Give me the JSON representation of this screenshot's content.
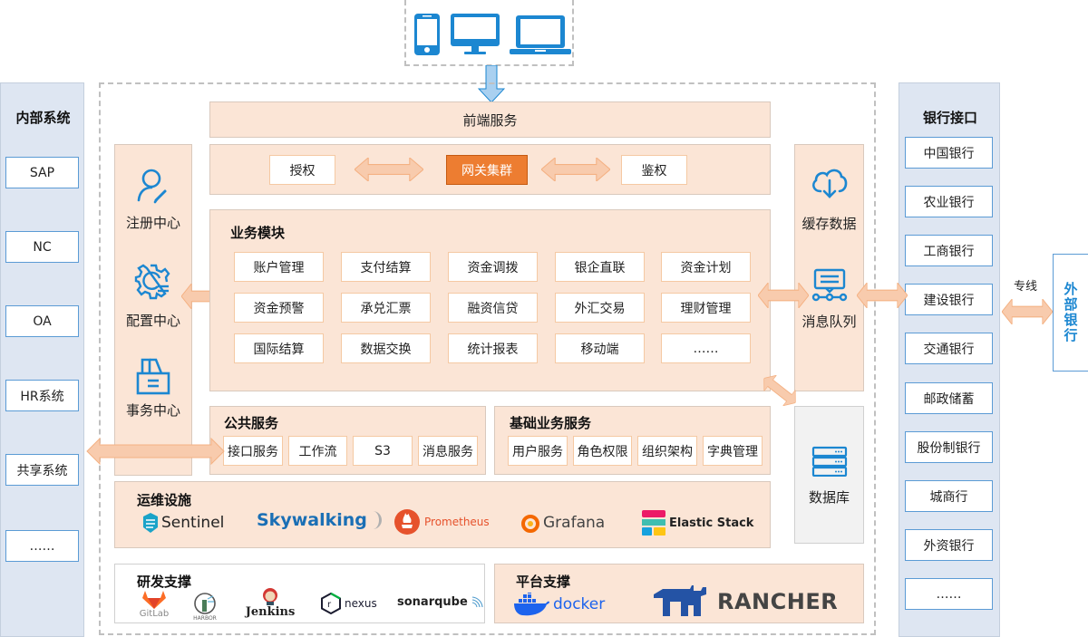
{
  "devices": {
    "icons": [
      "mobile-phone-icon",
      "desktop-monitor-icon",
      "laptop-icon"
    ]
  },
  "internal_systems": {
    "title": "内部系统",
    "items": [
      "SAP",
      "NC",
      "OA",
      "HR系统",
      "共享系统",
      "……"
    ]
  },
  "bank_interface": {
    "title": "银行接口",
    "items": [
      "中国银行",
      "农业银行",
      "工商银行",
      "建设银行",
      "交通银行",
      "邮政储蓄",
      "股份制银行",
      "城商行",
      "外资银行",
      "……"
    ]
  },
  "external_bank": {
    "label": "外部银行",
    "line_label": "专线"
  },
  "frontend": {
    "label": "前端服务"
  },
  "gateway": {
    "left": "授权",
    "center": "网关集群",
    "right": "鉴权"
  },
  "left_column": {
    "items": [
      {
        "label": "注册中心",
        "icon": "user-edit-icon"
      },
      {
        "label": "配置中心",
        "icon": "gear-config-icon"
      },
      {
        "label": "事务中心",
        "icon": "transaction-box-icon"
      }
    ]
  },
  "right_column": {
    "items": [
      {
        "label": "缓存数据",
        "icon": "cloud-download-icon"
      },
      {
        "label": "消息队列",
        "icon": "message-queue-icon"
      }
    ]
  },
  "database": {
    "label": "数据库",
    "icon": "database-server-icon"
  },
  "business_modules": {
    "title": "业务模块",
    "rows": [
      [
        "账户管理",
        "支付结算",
        "资金调拨",
        "银企直联",
        "资金计划"
      ],
      [
        "资金预警",
        "承兑汇票",
        "融资信贷",
        "外汇交易",
        "理财管理"
      ],
      [
        "国际结算",
        "数据交换",
        "统计报表",
        "移动端",
        "……"
      ]
    ]
  },
  "public_services": {
    "title": "公共服务",
    "items": [
      "接口服务",
      "工作流",
      "S3",
      "消息服务"
    ]
  },
  "basic_services": {
    "title": "基础业务服务",
    "items": [
      "用户服务",
      "角色权限",
      "组织架构",
      "字典管理"
    ]
  },
  "ops": {
    "title": "运维设施",
    "logos": [
      "Sentinel",
      "Skywalking",
      "Prometheus",
      "Grafana",
      "Elastic Stack"
    ]
  },
  "dev_support": {
    "title": "研发支撑",
    "logos": [
      "GitLab",
      "HARBOR",
      "Jenkins",
      "nexus",
      "sonarqube"
    ]
  },
  "platform_support": {
    "title": "平台支撑",
    "logos": [
      "docker",
      "RANCHER"
    ]
  },
  "colors": {
    "peach": "#fbe5d6",
    "orange_accent": "#ed7d31",
    "arrow_fill": "#f8cbad",
    "arrow_stroke": "#f4b183",
    "icon_blue": "#1c87d1",
    "panel_blue": "#dee6f2"
  }
}
